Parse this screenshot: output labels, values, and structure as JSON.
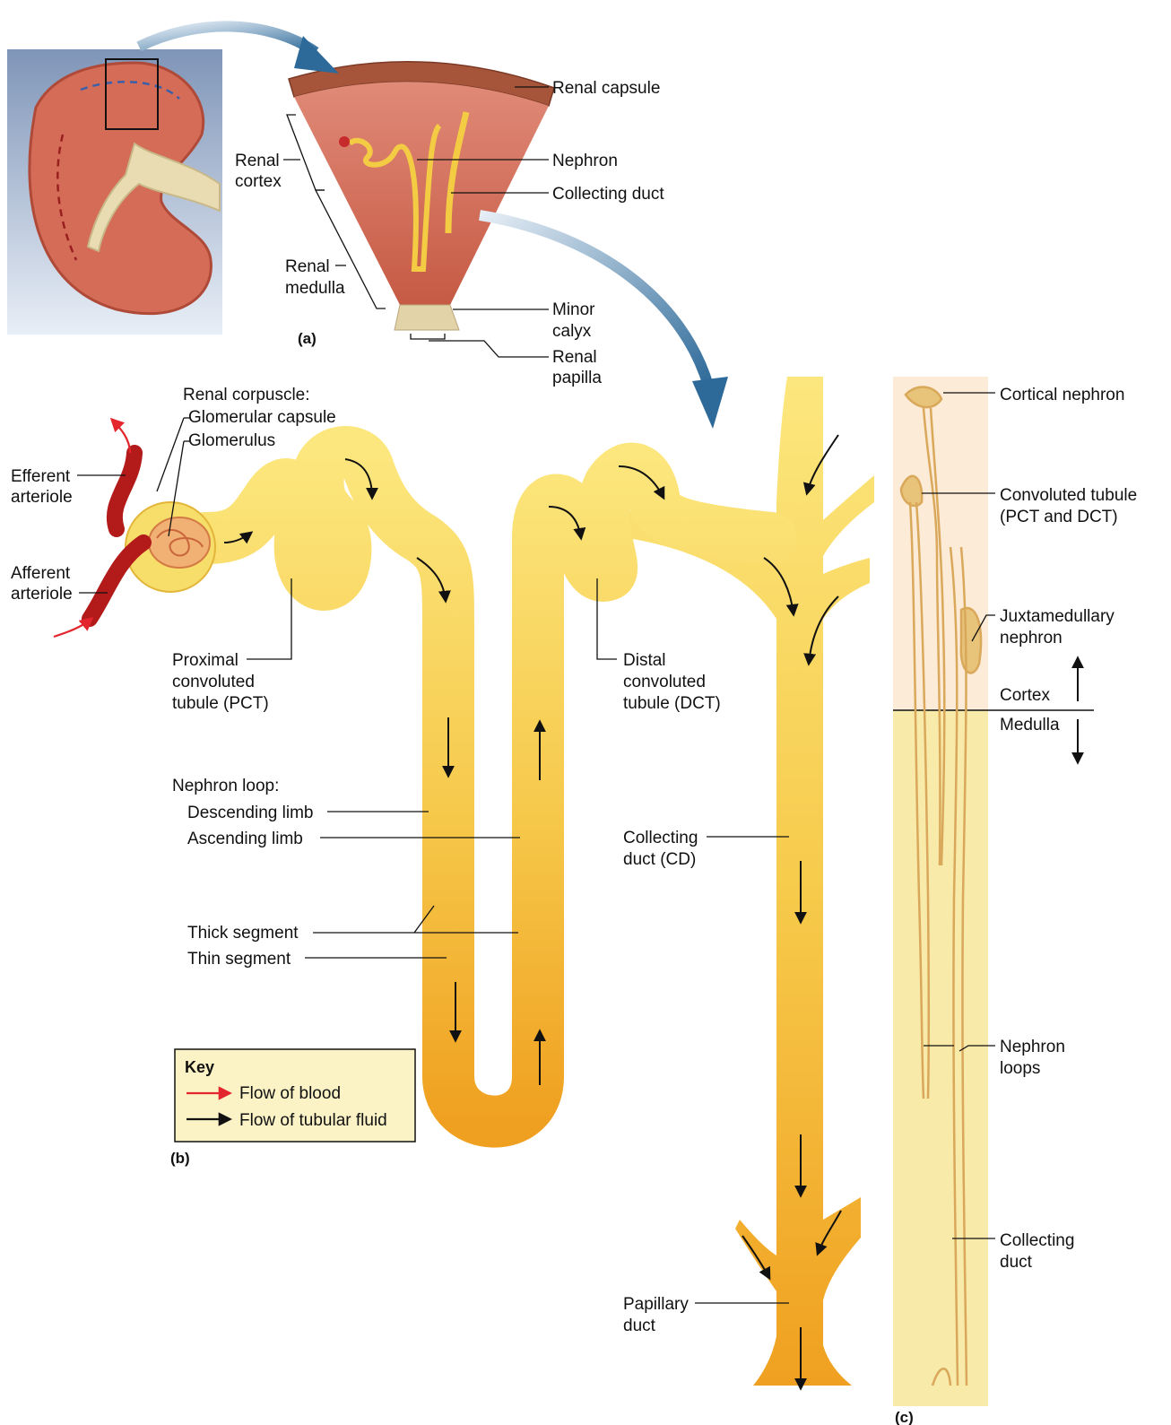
{
  "panels": {
    "a": "(a)",
    "b": "(b)",
    "c": "(c)"
  },
  "panel_a": {
    "renal_capsule": "Renal capsule",
    "renal_cortex": [
      "Renal",
      "cortex"
    ],
    "renal_medulla": [
      "Renal",
      "medulla"
    ],
    "nephron": "Nephron",
    "collecting_duct": "Collecting duct",
    "minor_calyx": [
      "Minor",
      "calyx"
    ],
    "renal_papilla": [
      "Renal",
      "papilla"
    ]
  },
  "panel_b": {
    "renal_corpuscle": "Renal corpuscle:",
    "glomerular_capsule": "Glomerular capsule",
    "glomerulus": "Glomerulus",
    "efferent_arteriole": [
      "Efferent",
      "arteriole"
    ],
    "afferent_arteriole": [
      "Afferent",
      "arteriole"
    ],
    "pct": [
      "Proximal",
      "convoluted",
      "tubule (PCT)"
    ],
    "dct": [
      "Distal",
      "convoluted",
      "tubule (DCT)"
    ],
    "nephron_loop": "Nephron loop:",
    "descending_limb": "Descending limb",
    "ascending_limb": "Ascending limb",
    "thick_segment": "Thick segment",
    "thin_segment": "Thin segment",
    "collecting_duct": [
      "Collecting",
      "duct (CD)"
    ],
    "papillary_duct": [
      "Papillary",
      "duct"
    ]
  },
  "key": {
    "title": "Key",
    "blood": "Flow of blood",
    "fluid": "Flow of tubular fluid",
    "blood_color": "#e3262d",
    "fluid_color": "#111111"
  },
  "panel_c": {
    "cortical_nephron": "Cortical nephron",
    "convoluted_tubule": [
      "Convoluted tubule",
      "(PCT and DCT)"
    ],
    "juxtamedullary_nephron": [
      "Juxtamedullary",
      "nephron"
    ],
    "cortex": "Cortex",
    "medulla": "Medulla",
    "nephron_loops": [
      "Nephron",
      "loops"
    ],
    "collecting_duct": [
      "Collecting",
      "duct"
    ]
  },
  "colors": {
    "tubule_light": "#fbe27a",
    "tubule_dark": "#f0a82a",
    "cortex_band": "#fcebd6",
    "medulla_band": "#f8eaa8",
    "kidney_tissue": "#d9705a",
    "vessel_red": "#b31a1a",
    "flow_arrow_blue": "#2e6a99"
  }
}
